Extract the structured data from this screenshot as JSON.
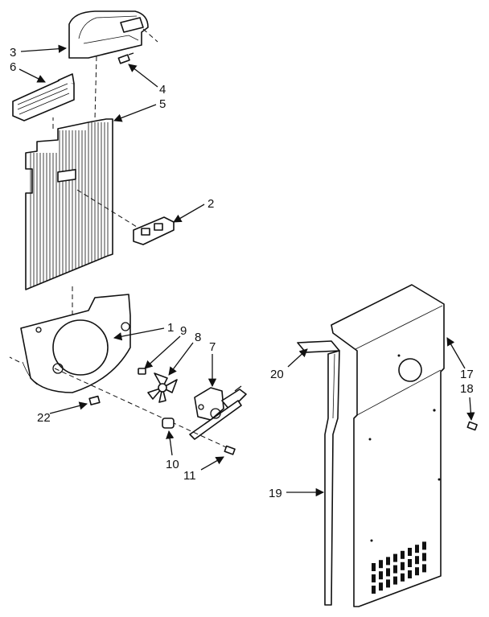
{
  "diagram": {
    "callouts": [
      "1",
      "2",
      "3",
      "4",
      "5",
      "6",
      "7",
      "8",
      "9",
      "10",
      "11",
      "17",
      "18",
      "19",
      "20",
      "22"
    ]
  }
}
